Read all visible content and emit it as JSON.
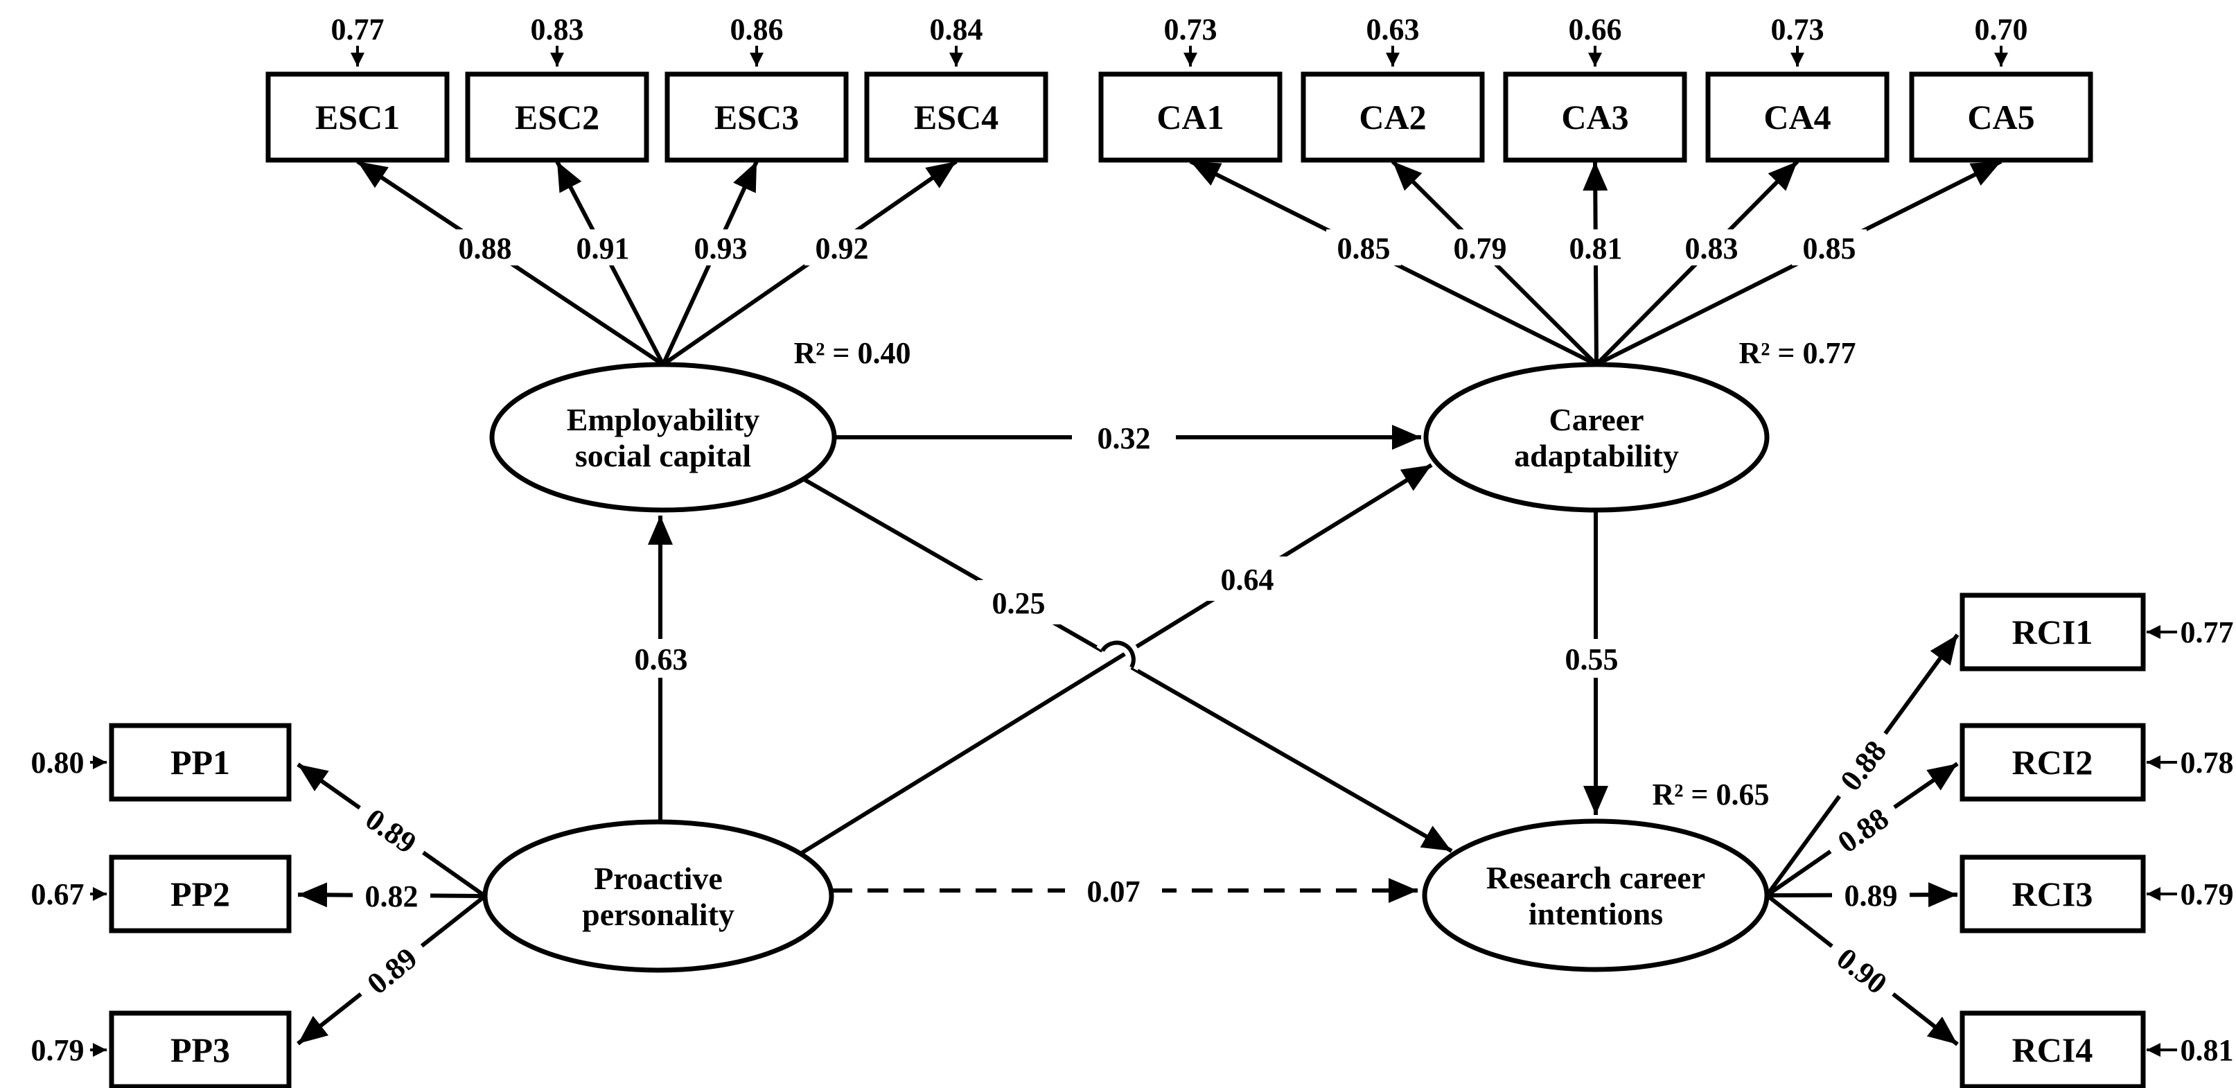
{
  "model": {
    "latents": [
      {
        "id": "esc",
        "label_line1": "Employability",
        "label_line2": "social capital",
        "r2": "R² = 0.40",
        "indicators": [
          {
            "name": "ESC1",
            "error": "0.77",
            "loading": "0.88"
          },
          {
            "name": "ESC2",
            "error": "0.83",
            "loading": "0.91"
          },
          {
            "name": "ESC3",
            "error": "0.86",
            "loading": "0.93"
          },
          {
            "name": "ESC4",
            "error": "0.84",
            "loading": "0.92"
          }
        ]
      },
      {
        "id": "ca",
        "label_line1": "Career",
        "label_line2": "adaptability",
        "r2": "R² = 0.77",
        "indicators": [
          {
            "name": "CA1",
            "error": "0.73",
            "loading": "0.85"
          },
          {
            "name": "CA2",
            "error": "0.63",
            "loading": "0.79"
          },
          {
            "name": "CA3",
            "error": "0.66",
            "loading": "0.81"
          },
          {
            "name": "CA4",
            "error": "0.73",
            "loading": "0.83"
          },
          {
            "name": "CA5",
            "error": "0.70",
            "loading": "0.85"
          }
        ]
      },
      {
        "id": "pp",
        "label_line1": "Proactive",
        "label_line2": "personality",
        "indicators": [
          {
            "name": "PP1",
            "error": "0.80",
            "loading": "0.89"
          },
          {
            "name": "PP2",
            "error": "0.67",
            "loading": "0.82"
          },
          {
            "name": "PP3",
            "error": "0.79",
            "loading": "0.89"
          }
        ]
      },
      {
        "id": "rci",
        "label_line1": "Research career",
        "label_line2": "intentions",
        "r2": "R² = 0.65",
        "indicators": [
          {
            "name": "RCI1",
            "error": "0.77",
            "loading": "0.88"
          },
          {
            "name": "RCI2",
            "error": "0.78",
            "loading": "0.88"
          },
          {
            "name": "RCI3",
            "error": "0.79",
            "loading": "0.89"
          },
          {
            "name": "RCI4",
            "error": "0.81",
            "loading": "0.90"
          }
        ]
      }
    ],
    "paths": [
      {
        "from": "Proactive personality",
        "to": "Employability social capital",
        "coefficient": "0.63",
        "style": "solid"
      },
      {
        "from": "Employability social capital",
        "to": "Career adaptability",
        "coefficient": "0.32",
        "style": "solid"
      },
      {
        "from": "Employability social capital",
        "to": "Research career intentions",
        "coefficient": "0.25",
        "style": "solid"
      },
      {
        "from": "Proactive personality",
        "to": "Career adaptability",
        "coefficient": "0.64",
        "style": "solid"
      },
      {
        "from": "Proactive personality",
        "to": "Research career intentions",
        "coefficient": "0.07",
        "style": "dashed"
      },
      {
        "from": "Career adaptability",
        "to": "Research career intentions",
        "coefficient": "0.55",
        "style": "solid"
      }
    ],
    "colors": {
      "ink": "#000000",
      "background": "#ffffff"
    }
  }
}
